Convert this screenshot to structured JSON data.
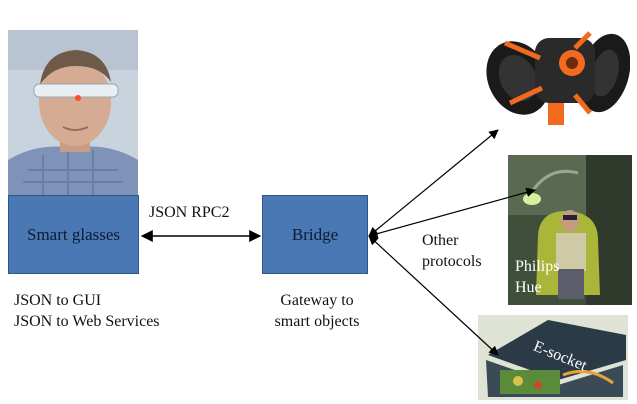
{
  "nodes": {
    "smart_glasses": {
      "label": "Smart glasses"
    },
    "bridge": {
      "label": "Bridge"
    }
  },
  "links": {
    "glasses_bridge": "JSON RPC2",
    "other_protocols": [
      "Other",
      "protocols"
    ]
  },
  "captions": {
    "glasses": [
      "JSON to GUI",
      "JSON to Web Services"
    ],
    "bridge": [
      "Gateway to",
      "smart objects"
    ]
  },
  "devices": {
    "philips_hue": [
      "Philips",
      "Hue"
    ],
    "e_socket": "E-socket"
  },
  "colors": {
    "box_fill": "#4a78b4",
    "box_border": "#2f5687",
    "arrow": "#000000",
    "robot_accent": "#f26a1f"
  }
}
